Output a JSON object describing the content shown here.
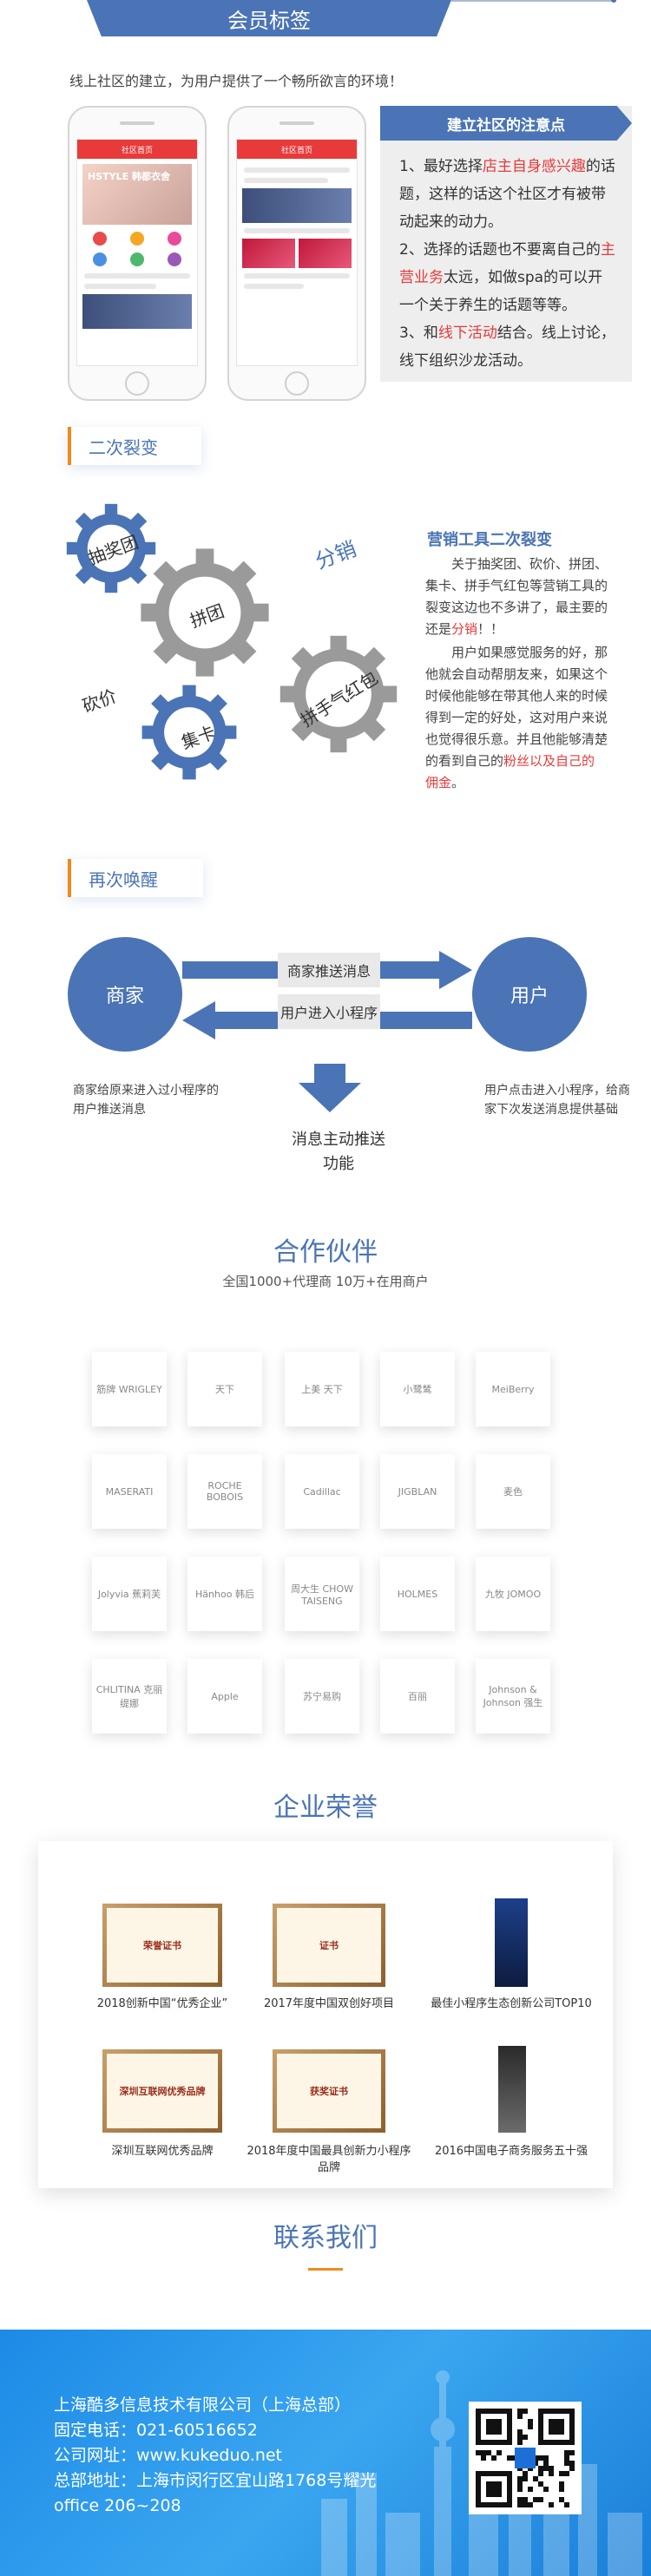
{
  "top": {
    "ribbon_title": "会员标签",
    "intro": "线上社区的建立，为用户提供了一个畅所欲言的环境！"
  },
  "phones": {
    "left": {
      "bar_title": "社区首页",
      "banner_text": "HSTYLE 韩都衣舍"
    },
    "right": {
      "bar_title": "社区首页"
    }
  },
  "notice": {
    "title": "建立社区的注意点",
    "p1_a": "1、最好选择",
    "p1_hl": "店主自身感兴趣",
    "p1_b": "的话题，这样的话这个社区才有被带动起来的动力。",
    "p2_a": "2、选择的话题也不要离自己的",
    "p2_hl": "主营业务",
    "p2_b": "太远，如做spa的可以开一个关于养生的话题等等。",
    "p3_a": "3、和",
    "p3_hl": "线下活动",
    "p3_b": "结合。线上讨论，线下组织沙龙活动。"
  },
  "section_fission": {
    "tag": "二次裂变",
    "gears": {
      "g1": "抽奖团",
      "g2": "拼团",
      "g3": "集卡",
      "g4": "拼手气红包"
    },
    "side_fx": "分销",
    "side_kj": "砍价",
    "title": "营销工具二次裂变",
    "p1_a": "关于抽奖团、砍价、拼团、集卡、拼手气红包等营销工具的裂变这边也不多讲了，最主要的还是",
    "p1_hl": "分销",
    "p1_b": "！！",
    "p2_a": "用户如果感觉服务的好，那他就会自动帮朋友来，如果这个时候他能够在带其他人来的时候得到一定的好处，这对用户来说也觉得很乐意。并且他能够清楚的看到自己的",
    "p2_hl": "粉丝以及自己的佣金",
    "p2_b": "。"
  },
  "section_reawaken": {
    "tag": "再次唤醒",
    "merchant": "商家",
    "user": "用户",
    "box_top": "商家推送消息",
    "box_bottom": "用户进入小程序",
    "note_left": "商家给原来进入过小程序的用户推送消息",
    "note_right": "用户点击进入小程序，给商家下次发送消息提供基础",
    "center_note": "消息主动推送功能"
  },
  "partners": {
    "title": "合作伙伴",
    "subtitle": "全国1000+代理商  10万+在用商户",
    "logos": [
      "筋牌 WRIGLEY",
      "天下",
      "上美 天下",
      "小鹭鸶",
      "MeiBerry",
      "MASERATI",
      "ROCHE BOBOIS",
      "Cadillac",
      "JIGBLAN",
      "麦色",
      "Jolyvia 蕉莉芙",
      "Hänhoo 韩后",
      "周大生 CHOW TAISENG",
      "HOLMES",
      "九牧 JOMOO",
      "CHLITINA 克丽缇娜",
      "Apple",
      "苏宁易购",
      "百丽",
      "Johnson & Johnson 强生"
    ]
  },
  "honors": {
    "title": "企业荣誉",
    "items": [
      "2018创新中国“优秀企业”",
      "2017年度中国双创好项目",
      "最佳小程序生态创新公司TOP10",
      "深圳互联网优秀品牌",
      "2018年度中国最具创新力小程序品牌",
      "2016中国电子商务服务五十强"
    ],
    "cert_texts": [
      "荣誉证书",
      "证书",
      "",
      "深圳互联网优秀品牌",
      "获奖证书",
      ""
    ]
  },
  "contact": {
    "title": "联系我们",
    "company": "上海酷多信息技术有限公司（上海总部）",
    "phone": "固定电话：021-60516652",
    "website": "公司网址：www.kukeduo.net",
    "address": "总部地址：上海市闵行区宜山路1768号耀光",
    "office": "office 206~208"
  }
}
